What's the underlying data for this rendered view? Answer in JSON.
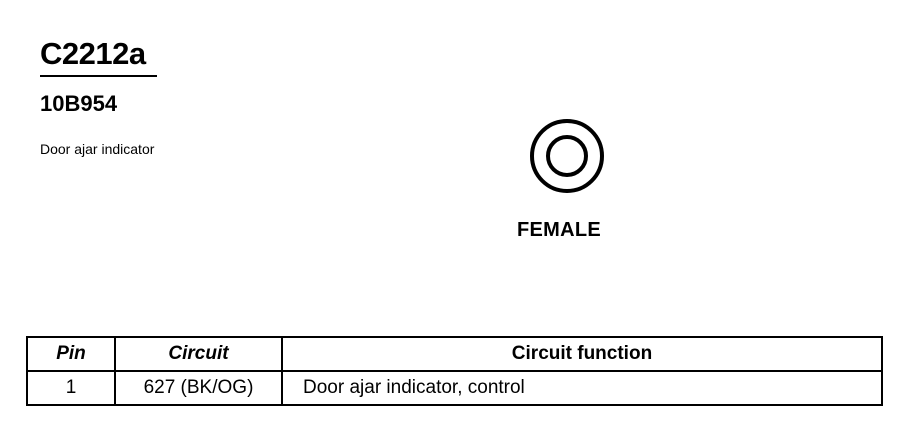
{
  "connector": {
    "id": "C2212a",
    "part_number": "10B954",
    "description": "Door ajar indicator",
    "gender": "FEMALE"
  },
  "pin_table": {
    "headers": [
      "Pin",
      "Circuit",
      "Circuit function"
    ],
    "rows": [
      {
        "pin": "1",
        "circuit": "627 (BK/OG)",
        "function": "Door ajar indicator, control"
      }
    ]
  }
}
